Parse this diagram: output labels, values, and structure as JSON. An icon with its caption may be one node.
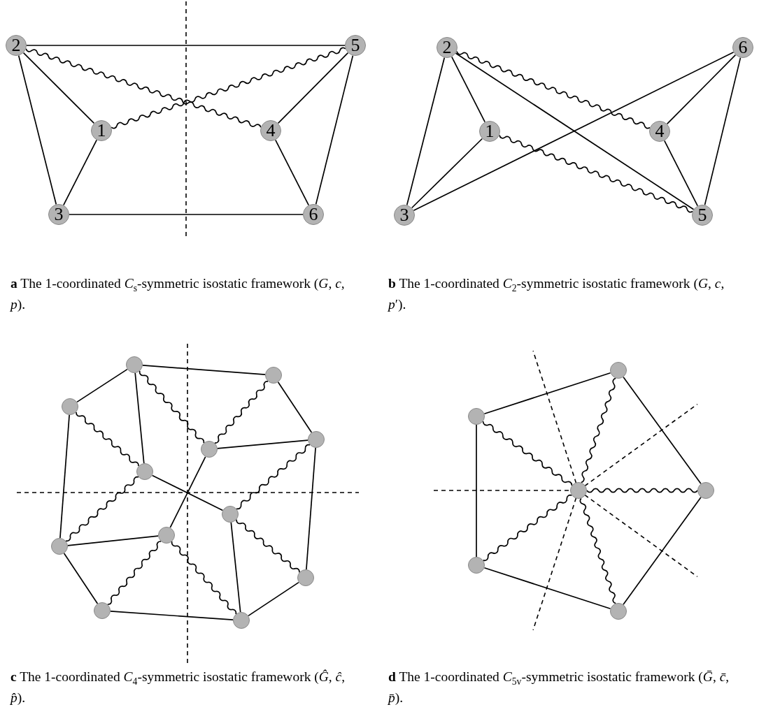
{
  "diagram": {
    "nodes": [
      {
        "text": [
          "2"
        ]
      },
      {
        "text": [
          "5"
        ]
      },
      {
        "text": [
          "1"
        ]
      },
      {
        "text": [
          "4"
        ]
      },
      {
        "text": [
          "3"
        ]
      },
      {
        "text": [
          "6"
        ]
      },
      {
        "text": [
          "2"
        ]
      },
      {
        "text": [
          "6"
        ]
      },
      {
        "text": [
          "1"
        ]
      },
      {
        "text": [
          "4"
        ]
      },
      {
        "text": [
          "3"
        ]
      },
      {
        "text": [
          "5"
        ]
      },
      {
        "text": [],
        "shape": "circle"
      },
      {
        "text": [],
        "shape": "circle"
      },
      {
        "text": [],
        "shape": "circle"
      },
      {
        "text": [],
        "shape": "circle"
      },
      {
        "text": [],
        "shape": "circle"
      },
      {
        "text": [],
        "shape": "circle"
      },
      {
        "text": [],
        "shape": "circle"
      },
      {
        "text": [],
        "shape": "circle"
      },
      {
        "text": [],
        "shape": "circle"
      },
      {
        "text": [],
        "shape": "circle"
      },
      {
        "text": [],
        "shape": "circle"
      },
      {
        "text": [],
        "shape": "circle"
      },
      {
        "text": [],
        "shape": "circle"
      },
      {
        "text": [],
        "shape": "circle"
      },
      {
        "text": [],
        "shape": "circle"
      },
      {
        "text": [],
        "shape": "circle"
      },
      {
        "text": [],
        "shape": "circle"
      },
      {
        "text": [],
        "shape": "circle"
      }
    ],
    "edges": [
      {
        "from": 0,
        "to": 1,
        "arrow": "none"
      },
      {
        "from": 0,
        "to": 2,
        "arrow": "none"
      },
      {
        "from": 0,
        "to": 4,
        "arrow": "none"
      },
      {
        "from": 2,
        "to": 4,
        "arrow": "none"
      },
      {
        "from": 4,
        "to": 5,
        "arrow": "none"
      },
      {
        "from": 1,
        "to": 3,
        "arrow": "none"
      },
      {
        "from": 1,
        "to": 5,
        "arrow": "none"
      },
      {
        "from": 3,
        "to": 5,
        "arrow": "none"
      },
      {
        "from": 0,
        "to": 3,
        "arrow": "none"
      },
      {
        "from": 2,
        "to": 1,
        "arrow": "none"
      },
      {
        "from": 6,
        "to": 10,
        "arrow": "none"
      },
      {
        "from": 6,
        "to": 8,
        "arrow": "none"
      },
      {
        "from": 8,
        "to": 10,
        "arrow": "none"
      },
      {
        "from": 10,
        "to": 7,
        "arrow": "none"
      },
      {
        "from": 7,
        "to": 9,
        "arrow": "none"
      },
      {
        "from": 7,
        "to": 11,
        "arrow": "none"
      },
      {
        "from": 9,
        "to": 11,
        "arrow": "none"
      },
      {
        "from": 6,
        "to": 11,
        "arrow": "none"
      },
      {
        "from": 6,
        "to": 9,
        "arrow": "none"
      },
      {
        "from": 8,
        "to": 11,
        "arrow": "none"
      },
      {
        "from": 12,
        "to": 13,
        "arrow": "none"
      },
      {
        "from": 12,
        "to": 14,
        "arrow": "none"
      },
      {
        "from": 12,
        "to": 17,
        "arrow": "none"
      },
      {
        "from": 12,
        "to": 16,
        "arrow": "none"
      },
      {
        "from": 13,
        "to": 16,
        "arrow": "none"
      },
      {
        "from": 13,
        "to": 15,
        "arrow": "none"
      },
      {
        "from": 16,
        "to": 15,
        "arrow": "none"
      },
      {
        "from": 15,
        "to": 18,
        "arrow": "none"
      },
      {
        "from": 15,
        "to": 21,
        "arrow": "none"
      },
      {
        "from": 14,
        "to": 17,
        "arrow": "none"
      },
      {
        "from": 14,
        "to": 20,
        "arrow": "none"
      },
      {
        "from": 17,
        "to": 20,
        "arrow": "none"
      },
      {
        "from": 20,
        "to": 19,
        "arrow": "none"
      },
      {
        "from": 20,
        "to": 22,
        "arrow": "none"
      },
      {
        "from": 19,
        "to": 22,
        "arrow": "none"
      },
      {
        "from": 19,
        "to": 23,
        "arrow": "none"
      },
      {
        "from": 22,
        "to": 23,
        "arrow": "none"
      },
      {
        "from": 18,
        "to": 23,
        "arrow": "none"
      },
      {
        "from": 18,
        "to": 21,
        "arrow": "none"
      },
      {
        "from": 21,
        "to": 23,
        "arrow": "none"
      },
      {
        "from": 17,
        "to": 18,
        "arrow": "none"
      },
      {
        "from": 16,
        "to": 19,
        "arrow": "none"
      },
      {
        "from": 24,
        "to": 25,
        "arrow": "none"
      },
      {
        "from": 25,
        "to": 28,
        "arrow": "none"
      },
      {
        "from": 28,
        "to": 29,
        "arrow": "none"
      },
      {
        "from": 29,
        "to": 27,
        "arrow": "none"
      },
      {
        "from": 27,
        "to": 24,
        "arrow": "none"
      },
      {
        "from": 26,
        "to": 24,
        "arrow": "none"
      },
      {
        "from": 26,
        "to": 25,
        "arrow": "none"
      },
      {
        "from": 26,
        "to": 27,
        "arrow": "none"
      },
      {
        "from": 26,
        "to": 28,
        "arrow": "none"
      },
      {
        "from": 26,
        "to": 29,
        "arrow": "none"
      }
    ],
    "labels": [
      "**a** The 1-coordinated *C*$_{s}$-symmetric isostatic framework (*G*, *c*, *p*).",
      "**b** The 1-coordinated *C*$_{2}$-symmetric isostatic framework (*G*, *c*, *p*′).",
      "**c** The 1-coordinated *C*$_{4}$-symmetric isostatic framework (*Ĝ*, *ĉ*, *p̂*).",
      "**d** The 1-coordinated *C*$_{5v}$-symmetric isostatic framework (*Ḡ*, *c̄*, *p̄*)."
    ]
  }
}
